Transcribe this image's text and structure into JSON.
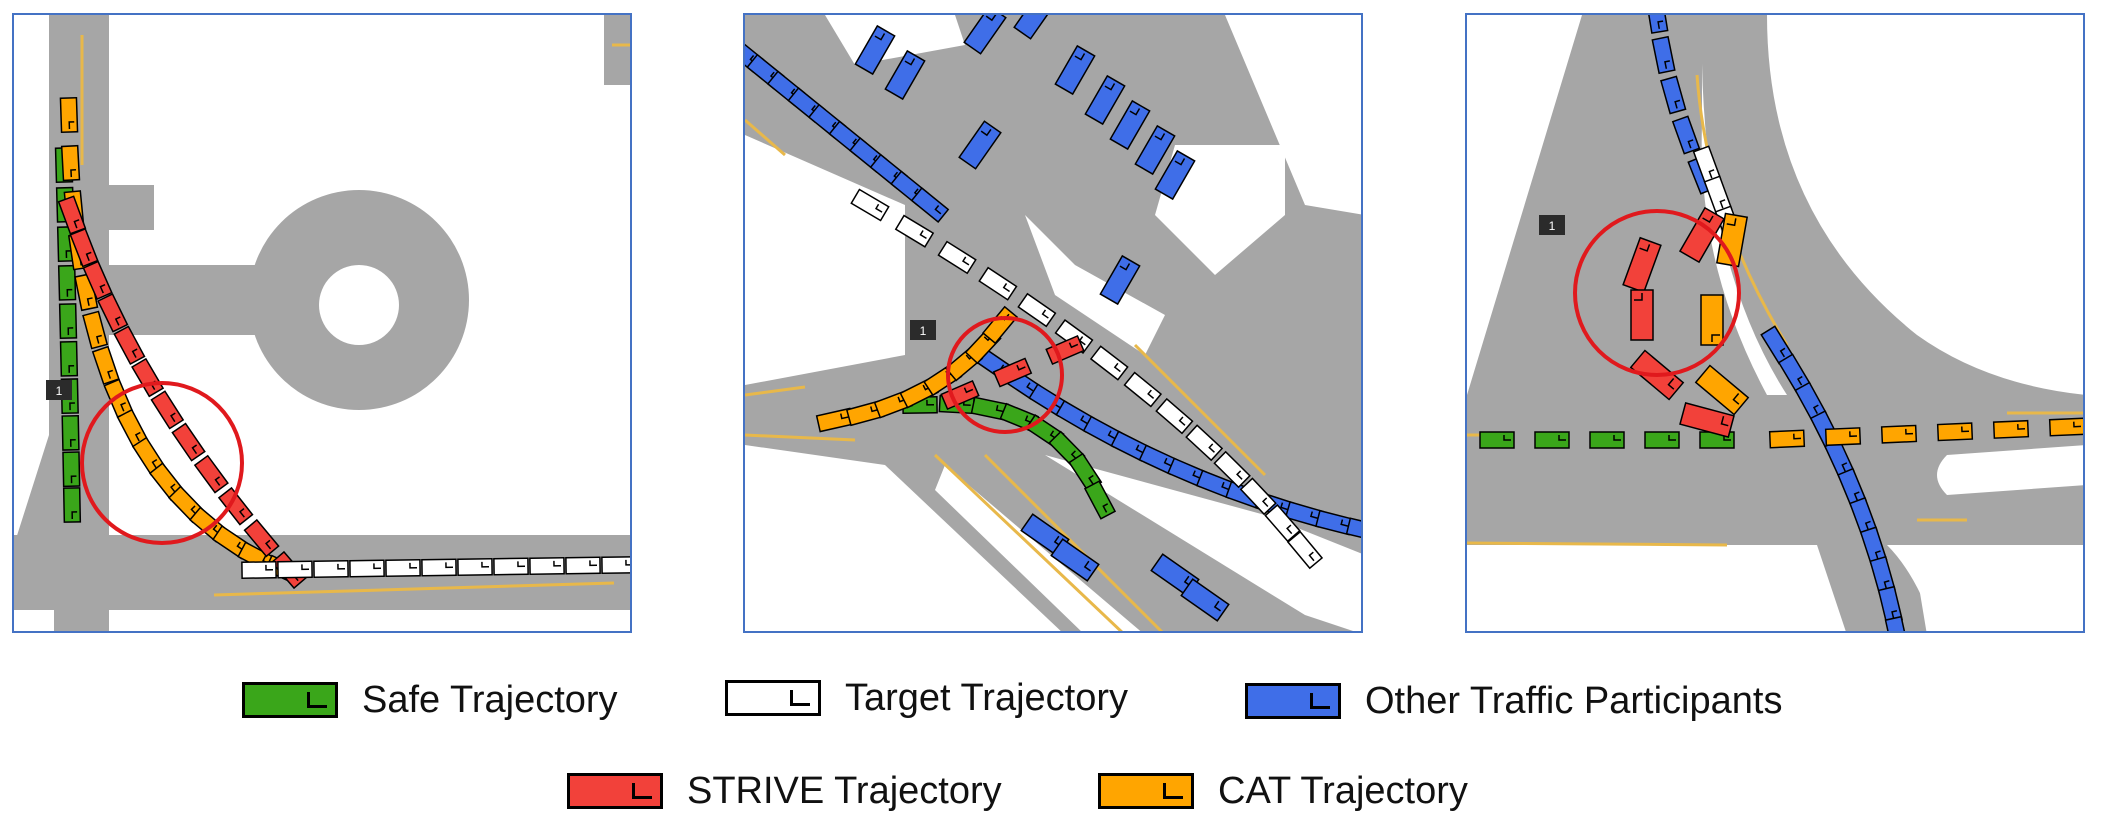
{
  "panels": [
    {
      "marker_label": "1"
    },
    {
      "marker_label": "1"
    },
    {
      "marker_label": "1"
    }
  ],
  "colors": {
    "road": "#a6a6a6",
    "lane_line": "#e8b84a",
    "frame": "#4472c4",
    "collision_circle": "#e0191d",
    "safe": "#3aa61a",
    "target": "#ffffff",
    "other": "#3f6ee8",
    "strive": "#f2413a",
    "cat": "#ffa500"
  },
  "legend": {
    "safe": "Safe Trajectory",
    "target": "Target Trajectory",
    "other": "Other Traffic Participants",
    "strive": "STRIVE Trajectory",
    "cat": "CAT Trajectory"
  }
}
